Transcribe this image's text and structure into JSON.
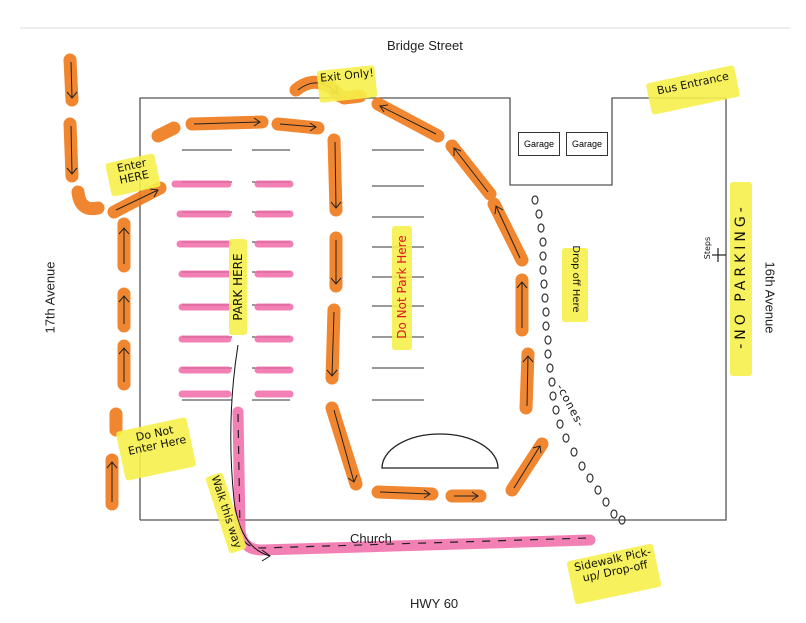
{
  "streets": {
    "north": "Bridge Street",
    "south": "HWY 60",
    "west": "17th Avenue",
    "east": "16th Avenue"
  },
  "buildings": {
    "garage_1": "Garage",
    "garage_2": "Garage",
    "church": "Church"
  },
  "notes": {
    "exit_only": "Exit Only!",
    "bus_entrance": "Bus Entrance",
    "enter_here": "Enter HERE",
    "park_here": "PARK HERE",
    "do_not_park_here": "Do Not Park Here",
    "drop_off_here": "Drop off Here",
    "steps": "Steps",
    "no_parking": "-NO PARKING-",
    "do_not_enter_here": "Do Not Enter Here",
    "walk_this_way": "Walk this way",
    "cones": "-cones-",
    "sidewalk": "Sidewalk Pick-up/ Drop-off"
  },
  "colors": {
    "arrow_orange": "#f07a1a",
    "highlight_yellow": "#f5f04a",
    "parking_pink": "#f06aa8",
    "note_red": "#e0141f"
  }
}
